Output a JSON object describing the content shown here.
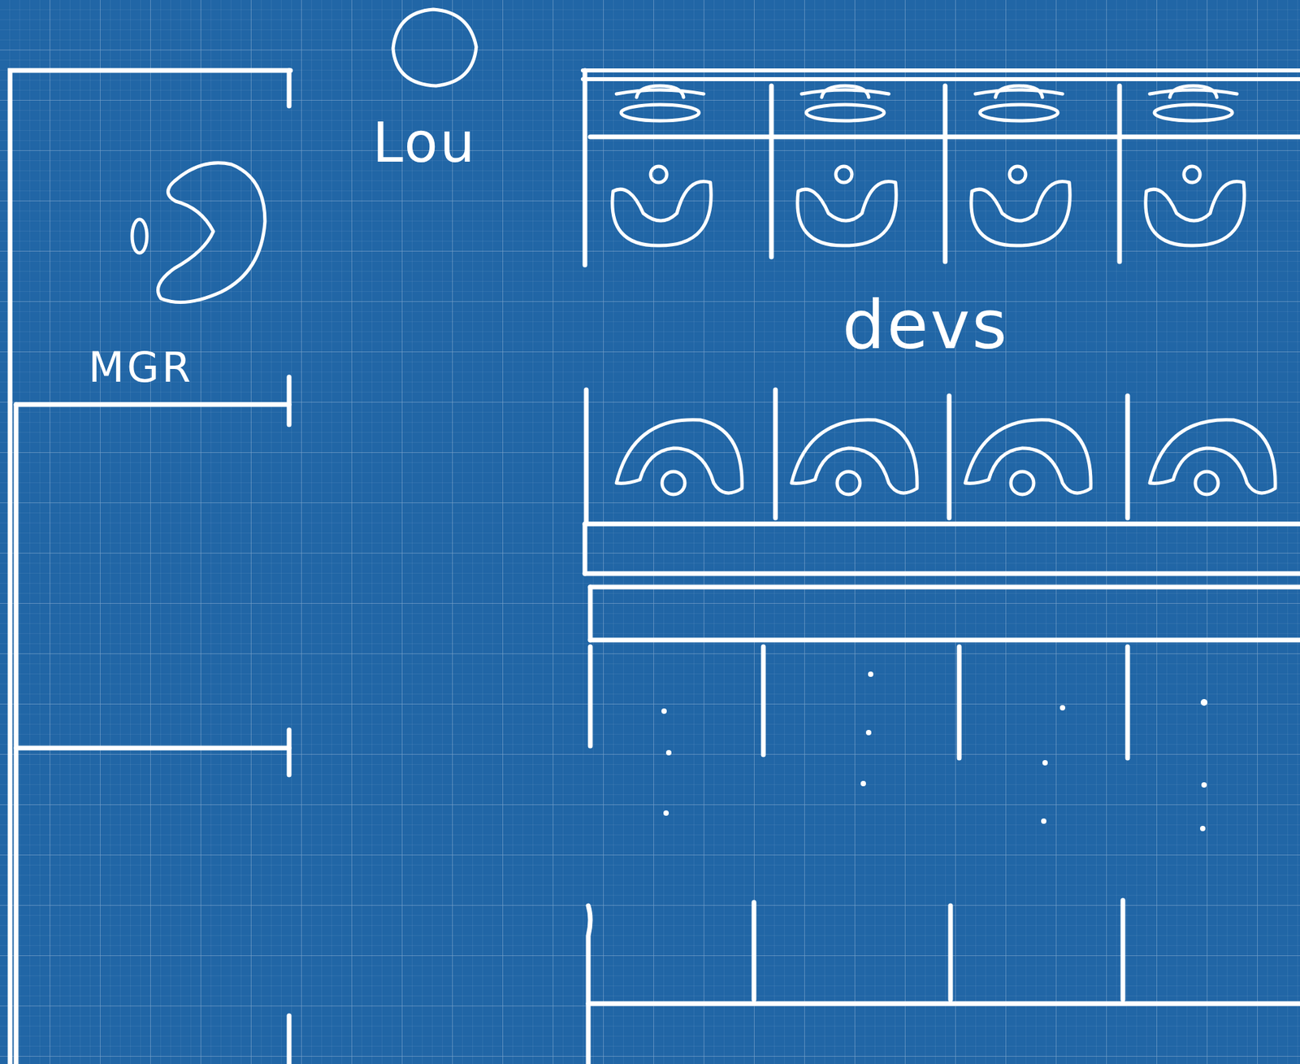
{
  "diagram": {
    "nodes": [
      {
        "text": [
          "MGR"
        ]
      }
    ],
    "labels": [
      "Lou",
      "devs"
    ]
  }
}
